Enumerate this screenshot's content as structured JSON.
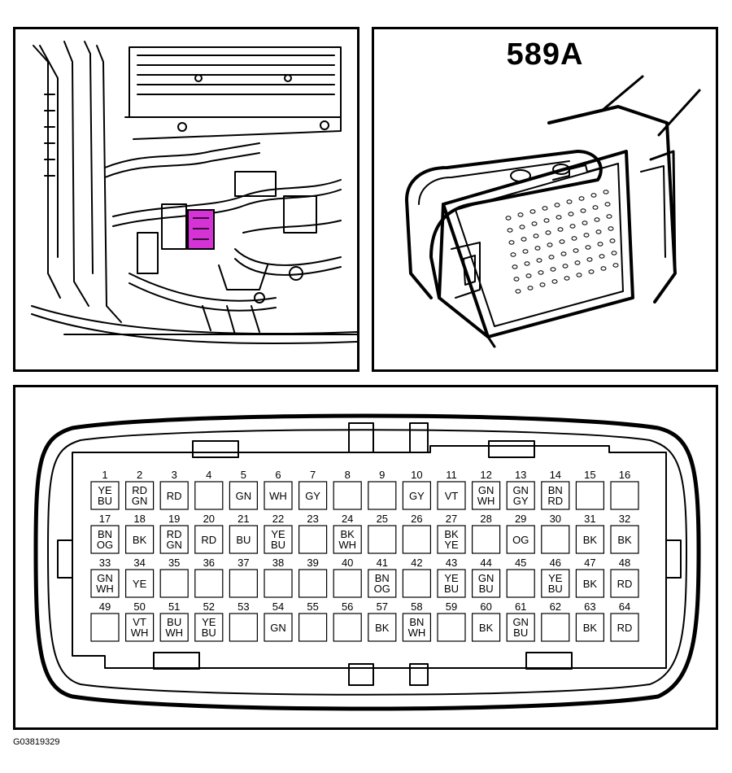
{
  "connector_id": "589A",
  "figure_id": "G03819329",
  "colors": {
    "highlight": "#d633d6",
    "line": "#000000"
  },
  "pins": [
    {
      "num": "1",
      "code": [
        "YE",
        "BU"
      ]
    },
    {
      "num": "2",
      "code": [
        "RD",
        "GN"
      ]
    },
    {
      "num": "3",
      "code": [
        "RD"
      ]
    },
    {
      "num": "4",
      "code": []
    },
    {
      "num": "5",
      "code": [
        "GN"
      ]
    },
    {
      "num": "6",
      "code": [
        "WH"
      ]
    },
    {
      "num": "7",
      "code": [
        "GY"
      ]
    },
    {
      "num": "8",
      "code": []
    },
    {
      "num": "9",
      "code": []
    },
    {
      "num": "10",
      "code": [
        "GY"
      ]
    },
    {
      "num": "11",
      "code": [
        "VT"
      ]
    },
    {
      "num": "12",
      "code": [
        "GN",
        "WH"
      ]
    },
    {
      "num": "13",
      "code": [
        "GN",
        "GY"
      ]
    },
    {
      "num": "14",
      "code": [
        "BN",
        "RD"
      ]
    },
    {
      "num": "15",
      "code": []
    },
    {
      "num": "16",
      "code": []
    },
    {
      "num": "17",
      "code": [
        "BN",
        "OG"
      ]
    },
    {
      "num": "18",
      "code": [
        "BK"
      ]
    },
    {
      "num": "19",
      "code": [
        "RD",
        "GN"
      ]
    },
    {
      "num": "20",
      "code": [
        "RD"
      ]
    },
    {
      "num": "21",
      "code": [
        "BU"
      ]
    },
    {
      "num": "22",
      "code": [
        "YE",
        "BU"
      ]
    },
    {
      "num": "23",
      "code": []
    },
    {
      "num": "24",
      "code": [
        "BK",
        "WH"
      ]
    },
    {
      "num": "25",
      "code": []
    },
    {
      "num": "26",
      "code": []
    },
    {
      "num": "27",
      "code": [
        "BK",
        "YE"
      ]
    },
    {
      "num": "28",
      "code": []
    },
    {
      "num": "29",
      "code": [
        "OG"
      ]
    },
    {
      "num": "30",
      "code": []
    },
    {
      "num": "31",
      "code": [
        "BK"
      ]
    },
    {
      "num": "32",
      "code": [
        "BK"
      ]
    },
    {
      "num": "33",
      "code": [
        "GN",
        "WH"
      ]
    },
    {
      "num": "34",
      "code": [
        "YE"
      ]
    },
    {
      "num": "35",
      "code": []
    },
    {
      "num": "36",
      "code": []
    },
    {
      "num": "37",
      "code": []
    },
    {
      "num": "38",
      "code": []
    },
    {
      "num": "39",
      "code": []
    },
    {
      "num": "40",
      "code": []
    },
    {
      "num": "41",
      "code": [
        "BN",
        "OG"
      ]
    },
    {
      "num": "42",
      "code": []
    },
    {
      "num": "43",
      "code": [
        "YE",
        "BU"
      ]
    },
    {
      "num": "44",
      "code": [
        "GN",
        "BU"
      ]
    },
    {
      "num": "45",
      "code": []
    },
    {
      "num": "46",
      "code": [
        "YE",
        "BU"
      ]
    },
    {
      "num": "47",
      "code": [
        "BK"
      ]
    },
    {
      "num": "48",
      "code": [
        "RD"
      ]
    },
    {
      "num": "49",
      "code": []
    },
    {
      "num": "50",
      "code": [
        "VT",
        "WH"
      ]
    },
    {
      "num": "51",
      "code": [
        "BU",
        "WH"
      ]
    },
    {
      "num": "52",
      "code": [
        "YE",
        "BU"
      ]
    },
    {
      "num": "53",
      "code": []
    },
    {
      "num": "54",
      "code": [
        "GN"
      ]
    },
    {
      "num": "55",
      "code": []
    },
    {
      "num": "56",
      "code": []
    },
    {
      "num": "57",
      "code": [
        "BK"
      ]
    },
    {
      "num": "58",
      "code": [
        "BN",
        "WH"
      ]
    },
    {
      "num": "59",
      "code": []
    },
    {
      "num": "60",
      "code": [
        "BK"
      ]
    },
    {
      "num": "61",
      "code": [
        "GN",
        "BU"
      ]
    },
    {
      "num": "62",
      "code": []
    },
    {
      "num": "63",
      "code": [
        "BK"
      ]
    },
    {
      "num": "64",
      "code": [
        "RD"
      ]
    }
  ]
}
